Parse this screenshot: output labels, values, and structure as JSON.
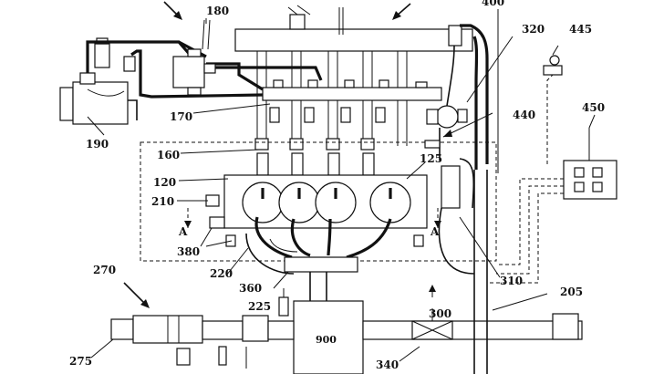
{
  "diagram": {
    "labels": {
      "l180": "180",
      "l320": "320",
      "l445": "445",
      "l450": "450",
      "l440": "440",
      "l170": "170",
      "l190": "190",
      "l160": "160",
      "l120": "120",
      "l125": "125",
      "l210": "210",
      "lA_left": "A",
      "lA_right": "A",
      "l380": "380",
      "l220": "220",
      "l360": "360",
      "l270": "270",
      "l225": "225",
      "l300": "300",
      "l310": "310",
      "l205": "205",
      "l275": "275",
      "l340": "340",
      "l400": "400",
      "l900": "900"
    }
  }
}
